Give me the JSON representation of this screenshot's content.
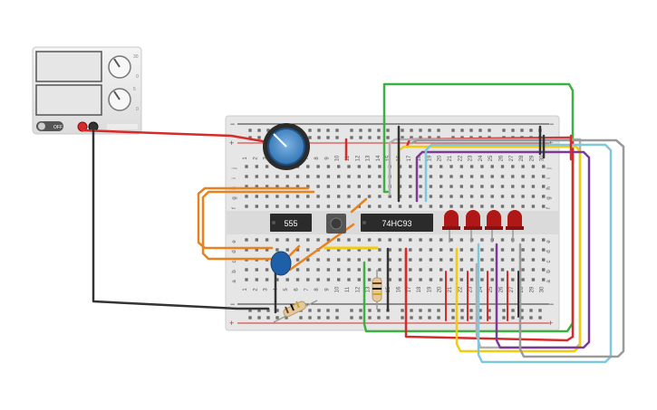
{
  "power_supply": {
    "switch_label": "OFF",
    "knob1_marks": [
      "0",
      "30"
    ],
    "knob2_marks": [
      "0",
      "5"
    ]
  },
  "breadboard": {
    "row_letters_top": [
      "j",
      "i",
      "h",
      "g",
      "f"
    ],
    "row_letters_bottom": [
      "e",
      "d",
      "c",
      "b",
      "a"
    ],
    "col_numbers": [
      "1",
      "2",
      "3",
      "4",
      "5",
      "6",
      "7",
      "8",
      "9",
      "10",
      "11",
      "12",
      "13",
      "14",
      "15",
      "16",
      "17",
      "18",
      "19",
      "20",
      "21",
      "22",
      "23",
      "24",
      "25",
      "26",
      "27",
      "28",
      "29",
      "30"
    ],
    "rail_plus": "+",
    "rail_minus": "−"
  },
  "components": {
    "ic_555_label": "555",
    "ic_74hc93_label": "74HC93"
  },
  "colors": {
    "wire_red": "#d62b2b",
    "wire_black": "#333333",
    "wire_orange": "#e8821e",
    "wire_green": "#3cb043",
    "wire_yellow": "#f2cc0c",
    "wire_purple": "#7a3b96",
    "wire_cyan": "#7fc8dc",
    "wire_grey": "#9a9a9a",
    "led": "#b01818",
    "pot": "#2a6fb0",
    "cap": "#1f5fa8",
    "board": "#eaeaea"
  }
}
